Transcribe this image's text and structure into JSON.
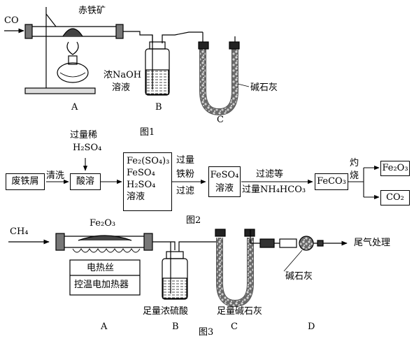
{
  "fig1": {
    "co": "CO",
    "ore": "赤铁矿",
    "naoh_line1": "浓NaOH",
    "naoh_line2": "溶液",
    "soda_lime": "碱石灰",
    "label_a": "A",
    "label_b": "B",
    "label_c": "C",
    "caption": "图1"
  },
  "fig2": {
    "acid_line1": "过量稀",
    "acid_line2": "H₂SO₄",
    "scrap": "废铁屑",
    "wash": "清洗",
    "dissolve": "酸溶",
    "mix_1": "Fe₂(SO₄)₃",
    "mix_2": "FeSO₄",
    "mix_3": "H₂SO₄",
    "mix_4": "溶液",
    "iron_1": "过量",
    "iron_2": "铁粉",
    "iron_3": "过滤",
    "feso4_1": "FeSO₄",
    "feso4_2": "溶液",
    "filter": "过滤等",
    "nh4hco3": "过量NH₄HCO₃",
    "feco3": "FeCO₃",
    "burn_1": "灼",
    "burn_2": "烧",
    "fe2o3": "Fe₂O₃",
    "co2": "CO₂",
    "caption": "图2"
  },
  "fig3": {
    "ch4": "CH₄",
    "fe2o3": "Fe₂O₃",
    "heater_wire": "电热丝",
    "heater": "控温电加热器",
    "acid": "足量浓硫酸",
    "soda": "足量碱石灰",
    "soda_lime": "碱石灰",
    "tail_gas": "尾气处理",
    "label_a": "A",
    "label_b": "B",
    "label_c": "C",
    "label_d": "D",
    "caption": "图3"
  }
}
